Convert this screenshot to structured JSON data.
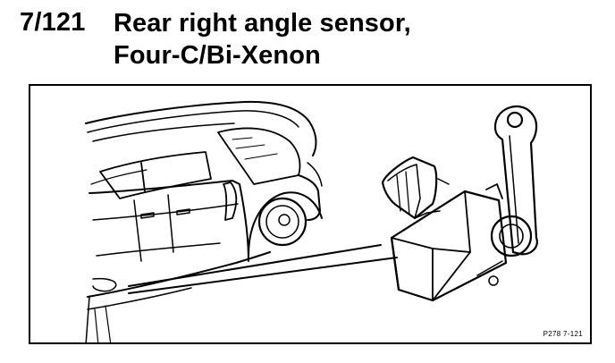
{
  "header": {
    "code": "7/121",
    "title_line1": "Rear right angle sensor,",
    "title_line2": "Four-C/Bi-Xenon"
  },
  "figure": {
    "reference": "P278  7-121",
    "subjects": [
      "car-rear-view",
      "angle-sensor"
    ],
    "colors": {
      "line": "#000000",
      "background": "#ffffff"
    }
  }
}
